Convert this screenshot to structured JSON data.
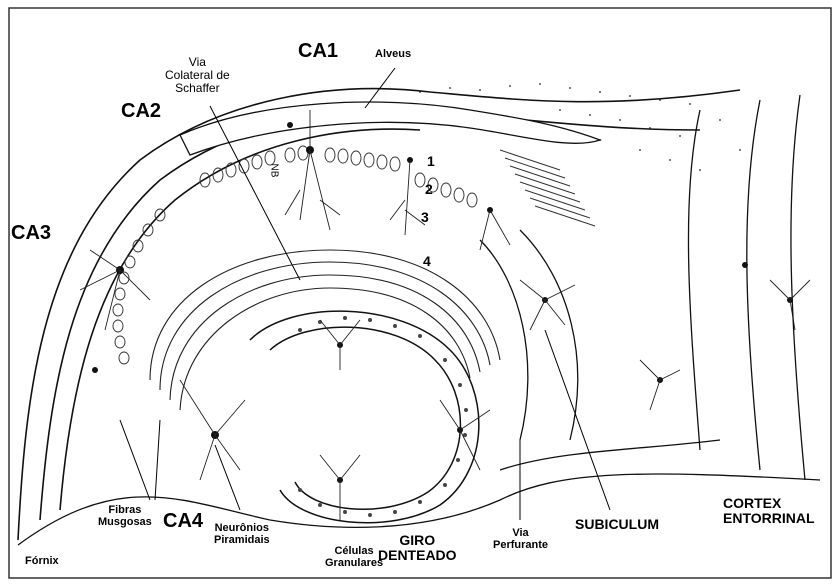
{
  "labels": {
    "ca1": "CA1",
    "ca2": "CA2",
    "ca3": "CA3",
    "ca4": "CA4",
    "alveus": "Alveus",
    "schaffer": "Via\nColateral de\nSchaffer",
    "fibras": "Fibras\nMusgosas",
    "neuronios": "Neurônios\nPiramidais",
    "celulas": "Células\nGranulares",
    "giro": "GIRO\nDENTEADO",
    "via_perfurante": "Via\nPerfurante",
    "subiculum": "SUBICULUM",
    "cortex": "CORTEX\nENTORRINAL",
    "fornix": "Fórnix",
    "nb": "NB",
    "n1": "1",
    "n2": "2",
    "n3": "3",
    "n4": "4"
  }
}
